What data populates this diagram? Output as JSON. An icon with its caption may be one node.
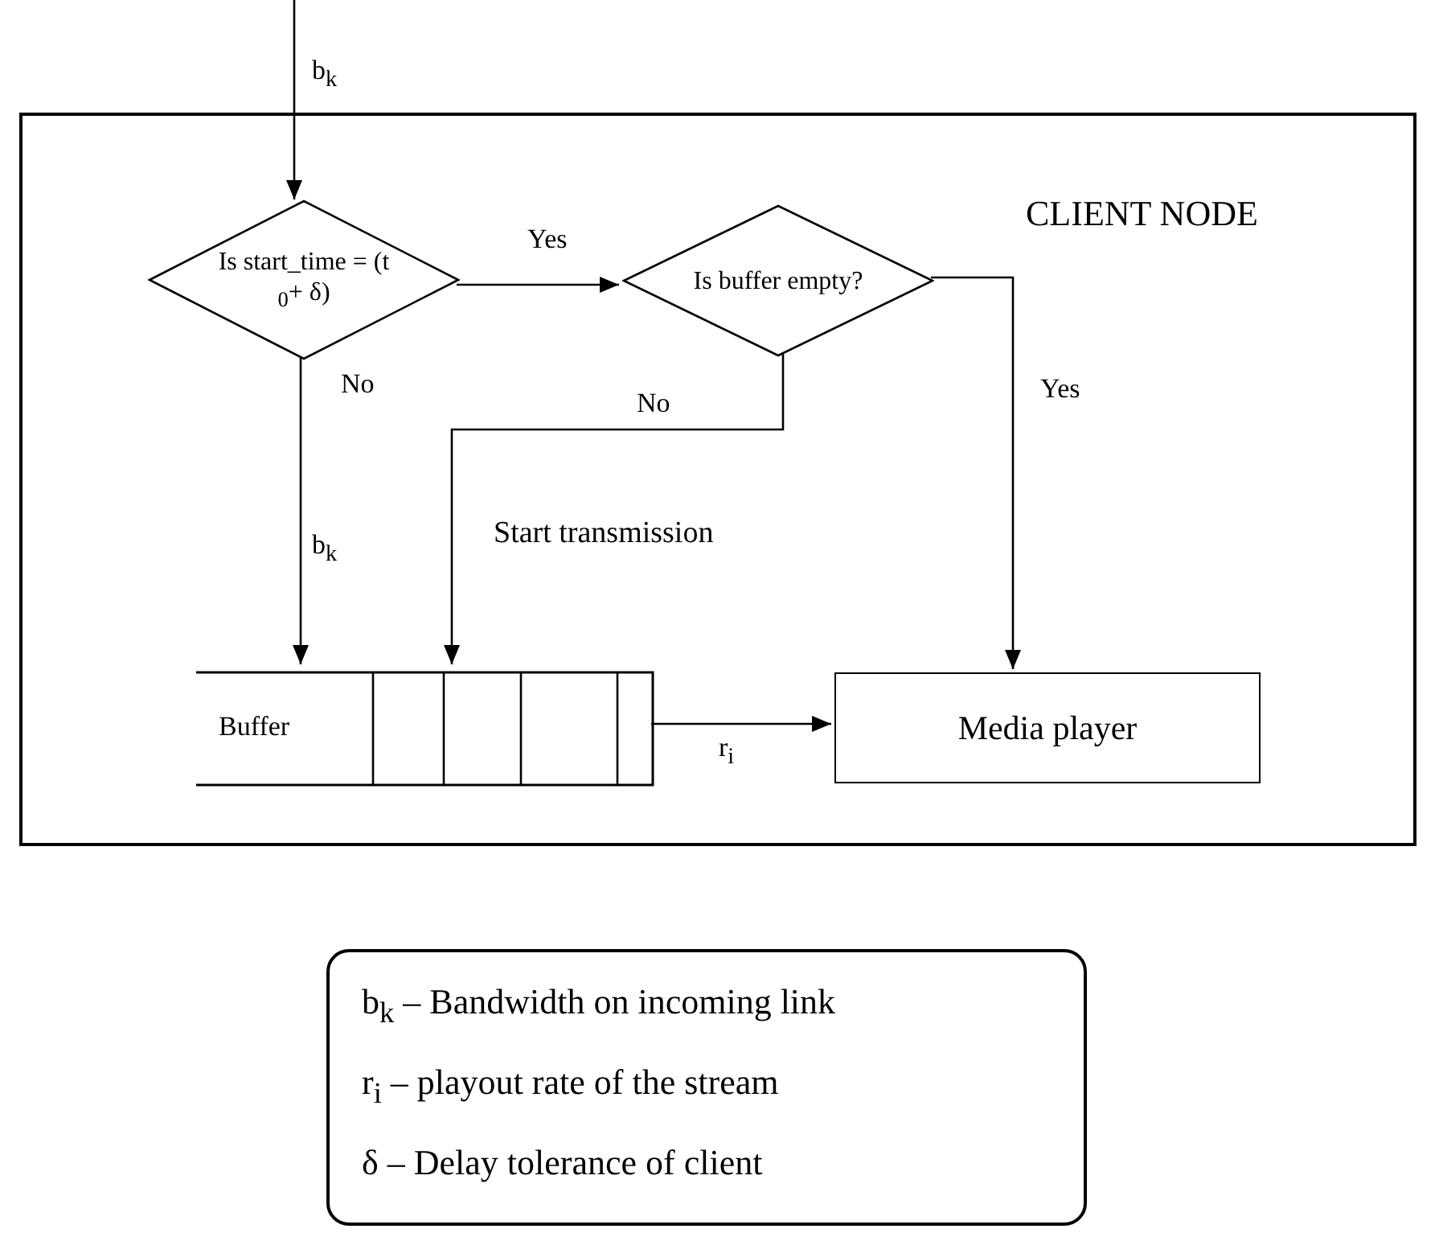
{
  "diagram": {
    "nodes": [
      {
        "text": [
          "CLIENT NODE"
        ]
      },
      {
        "text": [
          "Is start_time = (t $_{0}$+ δ)"
        ],
        "in": 0
      },
      {
        "text": [
          "Is buffer empty?"
        ],
        "in": 0
      },
      {
        "text": [
          "Buffer"
        ],
        "in": 0
      },
      {
        "text": [
          "Media player"
        ],
        "in": 0
      },
      {
        "text": [
          "b$_{k}$ – Bandwidth on incoming link",
          "r$_{i}$ – playout rate of the stream",
          "δ – Delay tolerance of client"
        ]
      }
    ],
    "edges": [
      {
        "from": null,
        "to": 1,
        "arrow": "to",
        "label": "b$_{k}$"
      },
      {
        "from": 1,
        "to": 2,
        "arrow": "to",
        "label": "Yes"
      },
      {
        "from": 1,
        "to": 3,
        "arrow": "to",
        "label": "No"
      },
      {
        "from": 2,
        "to": 3,
        "arrow": "to",
        "label": "No"
      },
      {
        "from": 2,
        "to": 4,
        "arrow": "to",
        "label": "Yes"
      },
      {
        "from": 3,
        "to": 4,
        "arrow": "to",
        "label": "r$_{i}$"
      }
    ],
    "labels": [
      "b$_{k}$",
      "Start transmission"
    ]
  }
}
